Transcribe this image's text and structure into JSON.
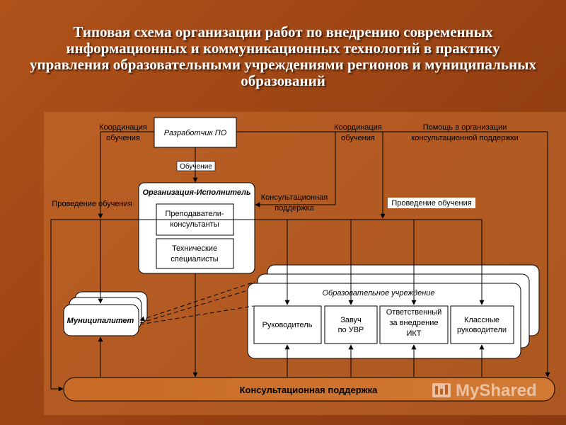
{
  "title": "Типовая схема организации работ по внедрению современных информационных и коммуникационных технологий в практику управления образовательными учреждениями регионов и муниципальных образований",
  "nodes": {
    "developer": "Разработчик ПО",
    "training_tag": "Обучение",
    "executor_org": "Организация-Исполнитель",
    "teachers_consultants_line1": "Преподаватели-",
    "teachers_consultants_line2": "консультанты",
    "tech_specialists_line1": "Технические",
    "tech_specialists_line2": "специалисты",
    "municipality": "Муниципалитет",
    "edu_institution": "Образовательное учреждение",
    "head": "Руководитель",
    "deputy_line1": "Завуч",
    "deputy_line2": "по УВР",
    "ict_line1": "Ответственный",
    "ict_line2": "за внедрение",
    "ict_line3": "ИКТ",
    "class_teachers_line1": "Классные",
    "class_teachers_line2": "руководители",
    "consult_support_bar": "Консультационная поддержка"
  },
  "labels": {
    "coord_left_1": "Координация",
    "coord_left_2": "обучения",
    "coord_right_1": "Координация",
    "coord_right_2": "обучения",
    "help_1": "Помощь в организации",
    "help_2": "консультационной поддержки",
    "training_left": "Проведение обучения",
    "consult_1": "Консультационная",
    "consult_2": "поддержка",
    "training_right": "Проведение обучения"
  },
  "watermark": "MyShared"
}
